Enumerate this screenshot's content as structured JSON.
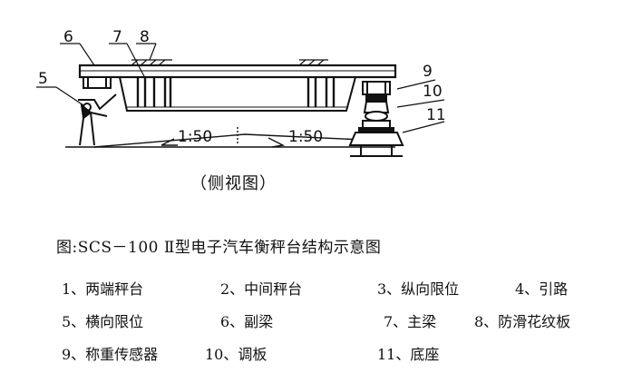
{
  "figure": {
    "callouts": [
      "6",
      "7",
      "8",
      "5",
      "9",
      "10",
      "11"
    ],
    "slope_left": "1:50",
    "slope_right": "1:50",
    "caption": "（侧视图）"
  },
  "title": "图:SCS－100 Ⅱ型电子汽车衡秤台结构示意图",
  "legend": [
    "1、两端秤台",
    "2、中间秤台",
    "3、纵向限位",
    "4、引路",
    "5、横向限位",
    "6、副梁",
    "7、主梁",
    "8、防滑花纹板",
    "9、称重传感器",
    "10、调板",
    "11、底座"
  ]
}
